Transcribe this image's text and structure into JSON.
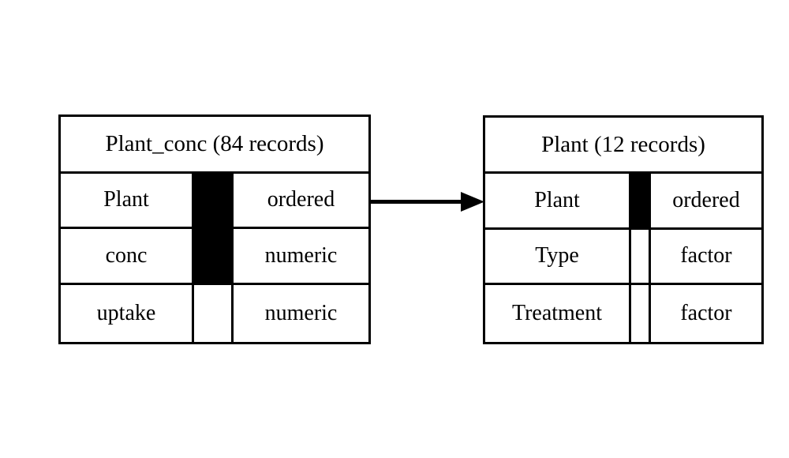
{
  "diagram": {
    "type": "entity-relationship-diagram",
    "background_color": "#ffffff",
    "line_color": "#000000",
    "key_fill_color": "#000000",
    "entities": [
      {
        "id": "plant_conc",
        "title": "Plant_conc (84 records)",
        "name": "Plant_conc",
        "record_count": "84 records",
        "fields": [
          {
            "name": "Plant",
            "type": "ordered",
            "key": true
          },
          {
            "name": "conc",
            "type": "numeric",
            "key": true
          },
          {
            "name": "uptake",
            "type": "numeric",
            "key": false
          }
        ]
      },
      {
        "id": "plant",
        "title": "Plant (12 records)",
        "name": "Plant",
        "record_count": "12 records",
        "fields": [
          {
            "name": "Plant",
            "type": "ordered",
            "key": true
          },
          {
            "name": "Type",
            "type": "factor",
            "key": false
          },
          {
            "name": "Treatment",
            "type": "factor",
            "key": false
          }
        ]
      }
    ],
    "relationship": {
      "from_entity": "plant_conc",
      "from_field": "Plant",
      "to_entity": "plant",
      "to_field": "Plant",
      "arrow_head": "solid-triangle",
      "direction": "left-to-right"
    }
  }
}
